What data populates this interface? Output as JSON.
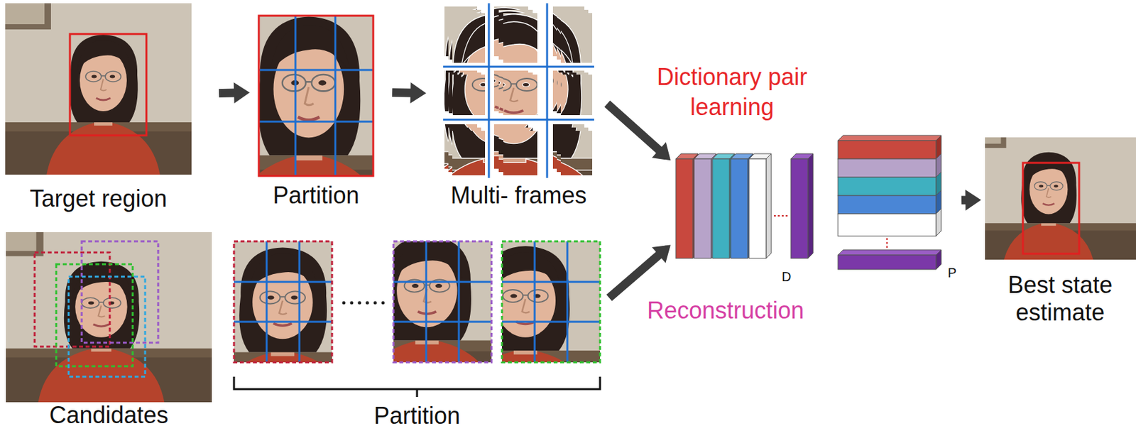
{
  "diagram": {
    "nodes": [
      {
        "text": [
          "Target region"
        ]
      },
      {
        "text": [
          "Partition"
        ]
      },
      {
        "text": [
          "Multi- frames"
        ]
      },
      {
        "text": [
          "D"
        ]
      },
      {
        "text": [
          "P"
        ]
      },
      {
        "text": [
          "Best state estimate"
        ]
      },
      {
        "text": [
          "Candidates"
        ]
      },
      {
        "text": [
          "Partition"
        ]
      }
    ],
    "edges": [
      {
        "from": 0,
        "to": 1,
        "arrow": "to"
      },
      {
        "from": 1,
        "to": 2,
        "arrow": "to"
      },
      {
        "from": 2,
        "to": 3,
        "arrow": "to"
      },
      {
        "from": 7,
        "to": 3,
        "arrow": "to"
      },
      {
        "from": 4,
        "to": 5,
        "arrow": "to"
      }
    ],
    "labels": [
      "Dictionary pair learning",
      "Reconstruction"
    ]
  }
}
